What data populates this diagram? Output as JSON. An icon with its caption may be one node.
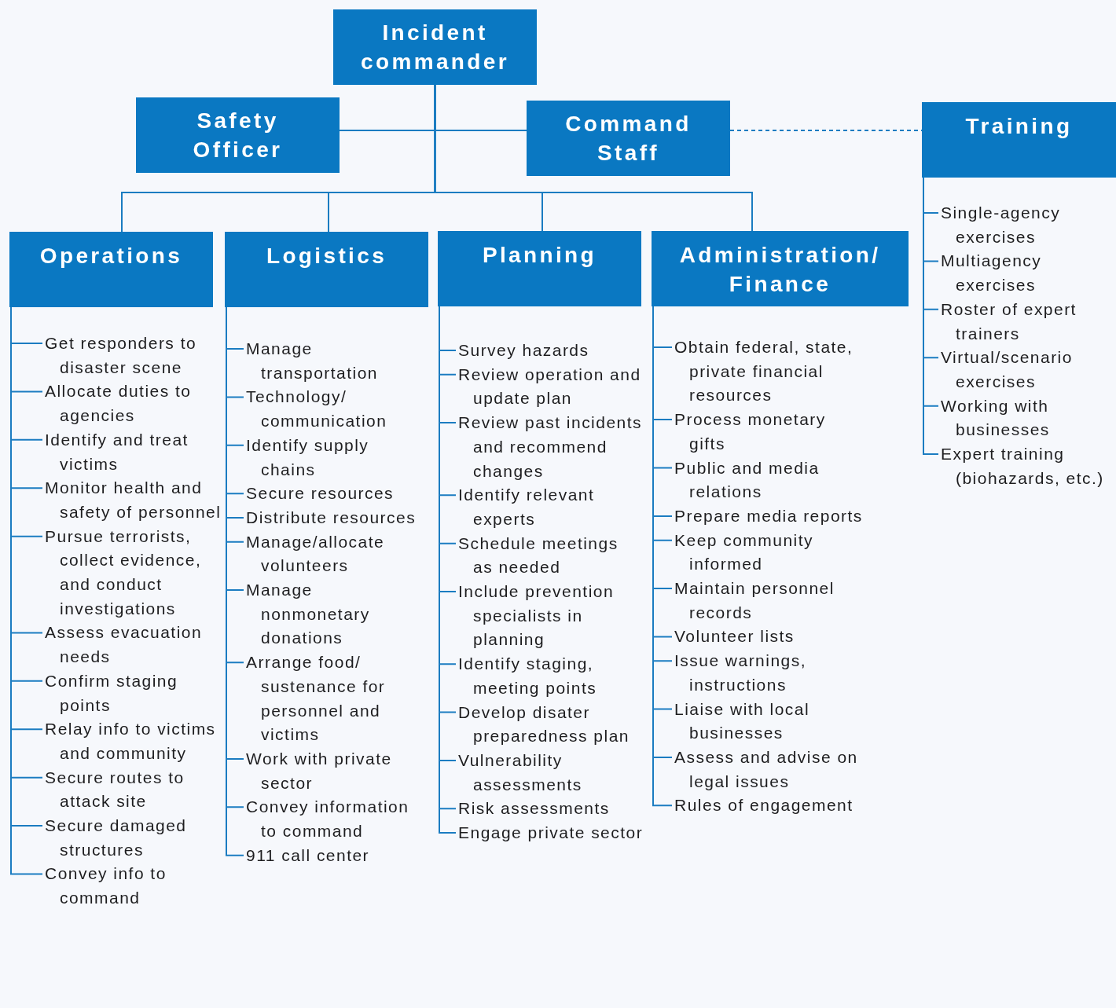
{
  "diagram": {
    "nodes": [
      {
        "text": [
          "Incident commander"
        ]
      },
      {
        "text": [
          "Safety Officer"
        ]
      },
      {
        "text": [
          "Command Staff"
        ]
      },
      {
        "text": [
          "Training"
        ]
      },
      {
        "text": [
          "Operations"
        ]
      },
      {
        "text": [
          "Logistics"
        ]
      },
      {
        "text": [
          "Planning"
        ]
      },
      {
        "text": [
          "Administration/ Finance"
        ]
      },
      {
        "text": [
          "Single-agency exercises"
        ]
      },
      {
        "text": [
          "Multiagency exercises"
        ]
      },
      {
        "text": [
          "Roster of expert trainers"
        ]
      },
      {
        "text": [
          "Virtual/scenario exercises"
        ]
      },
      {
        "text": [
          "Working with businesses"
        ]
      },
      {
        "text": [
          "Expert training (biohazards, etc.)"
        ]
      },
      {
        "text": [
          "Get responders to disaster scene"
        ]
      },
      {
        "text": [
          "Allocate duties to agencies"
        ]
      },
      {
        "text": [
          "Identify and treat victims"
        ]
      },
      {
        "text": [
          "Monitor health and safety of personnel"
        ]
      },
      {
        "text": [
          "Pursue terrorists, collect evidence, and conduct investigations"
        ]
      },
      {
        "text": [
          "Assess evacuation needs"
        ]
      },
      {
        "text": [
          "Confirm staging points"
        ]
      },
      {
        "text": [
          "Relay info to victims and community"
        ]
      },
      {
        "text": [
          "Secure routes to attack site"
        ]
      },
      {
        "text": [
          "Secure damaged structures"
        ]
      },
      {
        "text": [
          "Convey info to command"
        ]
      },
      {
        "text": [
          "Manage transportation"
        ]
      },
      {
        "text": [
          "Technology/ communication"
        ]
      },
      {
        "text": [
          "Identify supply chains"
        ]
      },
      {
        "text": [
          "Secure resources"
        ]
      },
      {
        "text": [
          "Distribute resources"
        ]
      },
      {
        "text": [
          "Manage/allocate volunteers"
        ]
      },
      {
        "text": [
          "Manage nonmonetary donations"
        ]
      },
      {
        "text": [
          "Arrange food/ sustenance for personnel and victims"
        ]
      },
      {
        "text": [
          "Work with private sector"
        ]
      },
      {
        "text": [
          "Convey information to command"
        ]
      },
      {
        "text": [
          "911 call center"
        ]
      },
      {
        "text": [
          "Survey hazards"
        ]
      },
      {
        "text": [
          "Review operation and update plan"
        ]
      },
      {
        "text": [
          "Review past incidents and recommend changes"
        ]
      },
      {
        "text": [
          "Identify relevant experts"
        ]
      },
      {
        "text": [
          "Schedule meetings as needed"
        ]
      },
      {
        "text": [
          "Include prevention specialists in planning"
        ]
      },
      {
        "text": [
          "Identify staging, meeting points"
        ]
      },
      {
        "text": [
          "Develop disater preparedness plan"
        ]
      },
      {
        "text": [
          "Vulnerability assessments"
        ]
      },
      {
        "text": [
          "Risk assessments"
        ]
      },
      {
        "text": [
          "Engage private sector"
        ]
      },
      {
        "text": [
          "Obtain federal, state, private financial resources"
        ]
      },
      {
        "text": [
          "Process monetary gifts"
        ]
      },
      {
        "text": [
          "Public and media relations"
        ]
      },
      {
        "text": [
          "Prepare media reports"
        ]
      },
      {
        "text": [
          "Keep community informed"
        ]
      },
      {
        "text": [
          "Maintain personnel records"
        ]
      },
      {
        "text": [
          "Volunteer lists"
        ]
      },
      {
        "text": [
          "Issue warnings, instructions"
        ]
      },
      {
        "text": [
          "Liaise with local businesses"
        ]
      },
      {
        "text": [
          "Assess and advise on legal issues"
        ]
      },
      {
        "text": [
          "Rules of engagement"
        ]
      }
    ],
    "edges": [
      {
        "from": 0,
        "to": 1,
        "arrow": "none"
      },
      {
        "from": 0,
        "to": 2,
        "arrow": "none"
      },
      {
        "from": 2,
        "to": 3,
        "arrow": "none",
        "style": "dashed"
      },
      {
        "from": 0,
        "to": 4,
        "arrow": "none"
      },
      {
        "from": 0,
        "to": 5,
        "arrow": "none"
      },
      {
        "from": 0,
        "to": 6,
        "arrow": "none"
      },
      {
        "from": 0,
        "to": 7,
        "arrow": "none"
      },
      {
        "from": 3,
        "to": 8,
        "arrow": "none"
      },
      {
        "from": 3,
        "to": 9,
        "arrow": "none"
      },
      {
        "from": 3,
        "to": 10,
        "arrow": "none"
      },
      {
        "from": 3,
        "to": 11,
        "arrow": "none"
      },
      {
        "from": 3,
        "to": 12,
        "arrow": "none"
      },
      {
        "from": 3,
        "to": 13,
        "arrow": "none"
      },
      {
        "from": 4,
        "to": 14,
        "arrow": "none"
      },
      {
        "from": 4,
        "to": 15,
        "arrow": "none"
      },
      {
        "from": 4,
        "to": 16,
        "arrow": "none"
      },
      {
        "from": 4,
        "to": 17,
        "arrow": "none"
      },
      {
        "from": 4,
        "to": 18,
        "arrow": "none"
      },
      {
        "from": 4,
        "to": 19,
        "arrow": "none"
      },
      {
        "from": 4,
        "to": 20,
        "arrow": "none"
      },
      {
        "from": 4,
        "to": 21,
        "arrow": "none"
      },
      {
        "from": 4,
        "to": 22,
        "arrow": "none"
      },
      {
        "from": 4,
        "to": 23,
        "arrow": "none"
      },
      {
        "from": 4,
        "to": 24,
        "arrow": "none"
      },
      {
        "from": 5,
        "to": 25,
        "arrow": "none"
      },
      {
        "from": 5,
        "to": 26,
        "arrow": "none"
      },
      {
        "from": 5,
        "to": 27,
        "arrow": "none"
      },
      {
        "from": 5,
        "to": 28,
        "arrow": "none"
      },
      {
        "from": 5,
        "to": 29,
        "arrow": "none"
      },
      {
        "from": 5,
        "to": 30,
        "arrow": "none"
      },
      {
        "from": 5,
        "to": 31,
        "arrow": "none"
      },
      {
        "from": 5,
        "to": 32,
        "arrow": "none"
      },
      {
        "from": 5,
        "to": 33,
        "arrow": "none"
      },
      {
        "from": 5,
        "to": 34,
        "arrow": "none"
      },
      {
        "from": 5,
        "to": 35,
        "arrow": "none"
      },
      {
        "from": 6,
        "to": 36,
        "arrow": "none"
      },
      {
        "from": 6,
        "to": 37,
        "arrow": "none"
      },
      {
        "from": 6,
        "to": 38,
        "arrow": "none"
      },
      {
        "from": 6,
        "to": 39,
        "arrow": "none"
      },
      {
        "from": 6,
        "to": 40,
        "arrow": "none"
      },
      {
        "from": 6,
        "to": 41,
        "arrow": "none"
      },
      {
        "from": 6,
        "to": 42,
        "arrow": "none"
      },
      {
        "from": 6,
        "to": 43,
        "arrow": "none"
      },
      {
        "from": 6,
        "to": 44,
        "arrow": "none"
      },
      {
        "from": 6,
        "to": 45,
        "arrow": "none"
      },
      {
        "from": 6,
        "to": 46,
        "arrow": "none"
      },
      {
        "from": 7,
        "to": 47,
        "arrow": "none"
      },
      {
        "from": 7,
        "to": 48,
        "arrow": "none"
      },
      {
        "from": 7,
        "to": 49,
        "arrow": "none"
      },
      {
        "from": 7,
        "to": 50,
        "arrow": "none"
      },
      {
        "from": 7,
        "to": 51,
        "arrow": "none"
      },
      {
        "from": 7,
        "to": 52,
        "arrow": "none"
      },
      {
        "from": 7,
        "to": 53,
        "arrow": "none"
      },
      {
        "from": 7,
        "to": 54,
        "arrow": "none"
      },
      {
        "from": 7,
        "to": 55,
        "arrow": "none"
      },
      {
        "from": 7,
        "to": 56,
        "arrow": "none"
      },
      {
        "from": 7,
        "to": 57,
        "arrow": "none"
      }
    ]
  }
}
